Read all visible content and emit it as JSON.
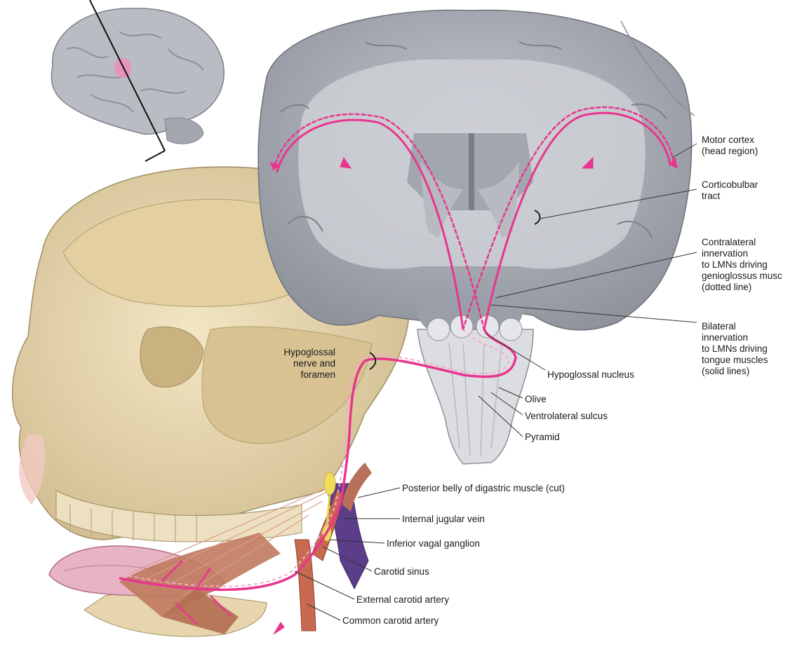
{
  "labels": {
    "motor_cortex": "Motor cortex\n(head region)",
    "corticobulbar": "Corticobulbar\ntract",
    "contralateral": "Contralateral\ninnervation\nto LMNs driving\ngenioglossus musc\n(dotted line)",
    "bilateral": "Bilateral\ninnervation\nto LMNs driving\ntongue muscles\n(solid lines)",
    "hypoglossal_nerve": "Hypoglossal\nnerve and\nforamen",
    "hypoglossal_nucleus": "Hypoglossal nucleus",
    "olive": "Olive",
    "ventrolateral_sulcus": "Ventrolateral sulcus",
    "pyramid": "Pyramid",
    "digastric": "Posterior belly of digastric muscle (cut)",
    "jugular": "Internal jugular vein",
    "vagal_ganglion": "Inferior vagal ganglion",
    "carotid_sinus": "Carotid sinus",
    "external_carotid": "External carotid artery",
    "common_carotid": "Common carotid artery"
  },
  "colors": {
    "tract": "#e8358f",
    "brain_gray": "#a9adb6",
    "bone": "#ecdcb5",
    "muscle": "#b8705a",
    "vein": "#5b3d8a"
  }
}
